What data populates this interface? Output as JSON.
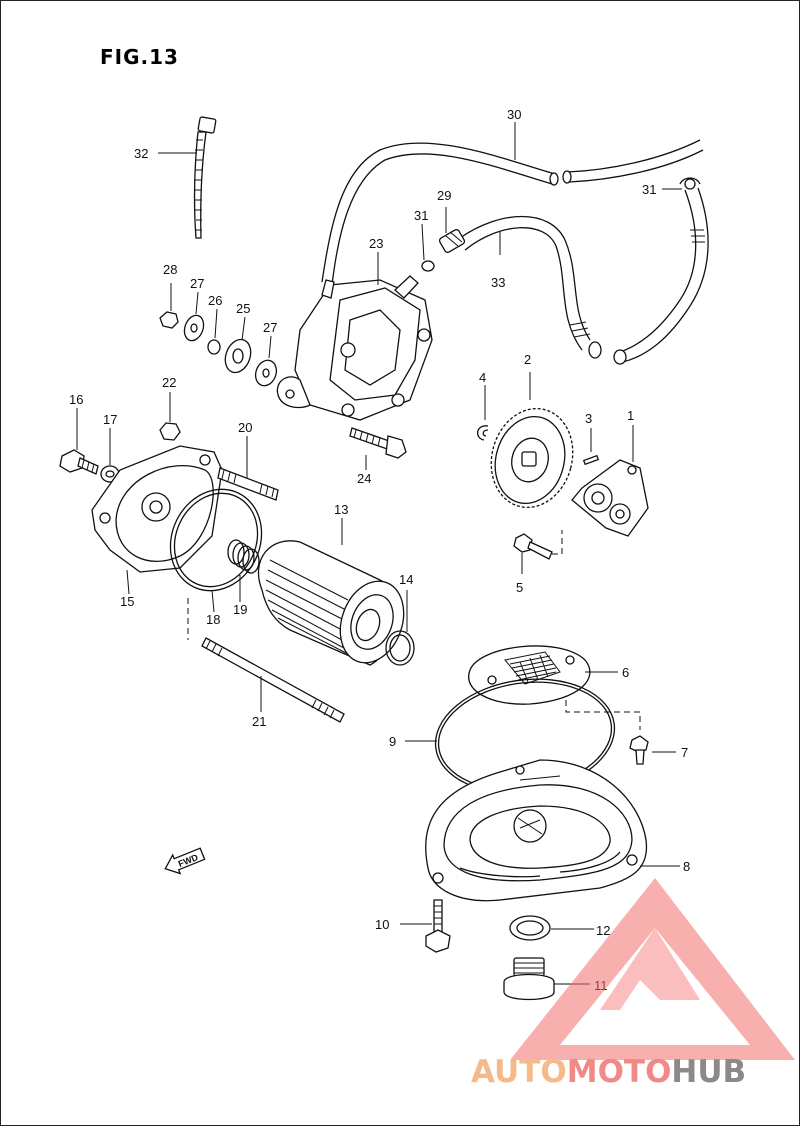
{
  "figure": {
    "title": "FIG.13"
  },
  "fwd_label": "FWD",
  "watermark": {
    "part1": "AUTO",
    "part2": "MOTO",
    "part3": "HUB",
    "colors": {
      "auto": "#f5b98a",
      "moto": "#f08a86",
      "hub": "#8a8a8a",
      "triangle": "#f26f6c"
    }
  },
  "callouts": {
    "c1": "1",
    "c2": "2",
    "c3": "3",
    "c4": "4",
    "c5": "5",
    "c6": "6",
    "c7": "7",
    "c8": "8",
    "c9": "9",
    "c10": "10",
    "c11": "11",
    "c12": "12",
    "c13": "13",
    "c14": "14",
    "c15": "15",
    "c16": "16",
    "c17": "17",
    "c18": "18",
    "c19": "19",
    "c20": "20",
    "c21": "21",
    "c22": "22",
    "c23": "23",
    "c24": "24",
    "c25": "25",
    "c26": "26",
    "c27a": "27",
    "c27b": "27",
    "c28": "28",
    "c29": "29",
    "c30": "30",
    "c31a": "31",
    "c31b": "31",
    "c32": "32",
    "c33": "33"
  }
}
